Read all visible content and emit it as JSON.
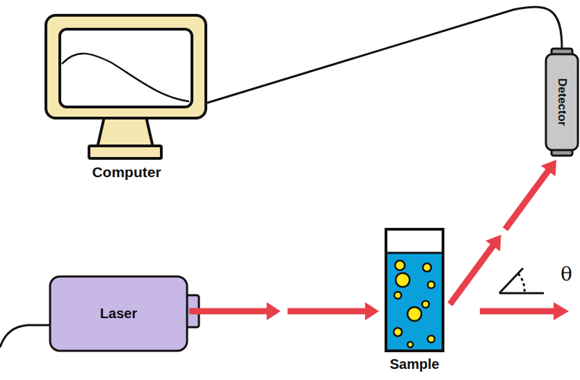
{
  "diagram": {
    "nodes": [
      {
        "text": [
          "Computer"
        ]
      },
      {
        "text": [
          "Detector"
        ]
      },
      {
        "text": [
          "Laser"
        ]
      },
      {
        "text": [
          "Sample"
        ]
      }
    ],
    "edges": [
      {
        "from": 2,
        "to": 3,
        "arrow": "to"
      },
      {
        "from": 3,
        "to": 1,
        "arrow": "to"
      },
      {
        "from": 1,
        "to": 0,
        "arrow": "none"
      }
    ],
    "labels": [
      "θ"
    ]
  }
}
